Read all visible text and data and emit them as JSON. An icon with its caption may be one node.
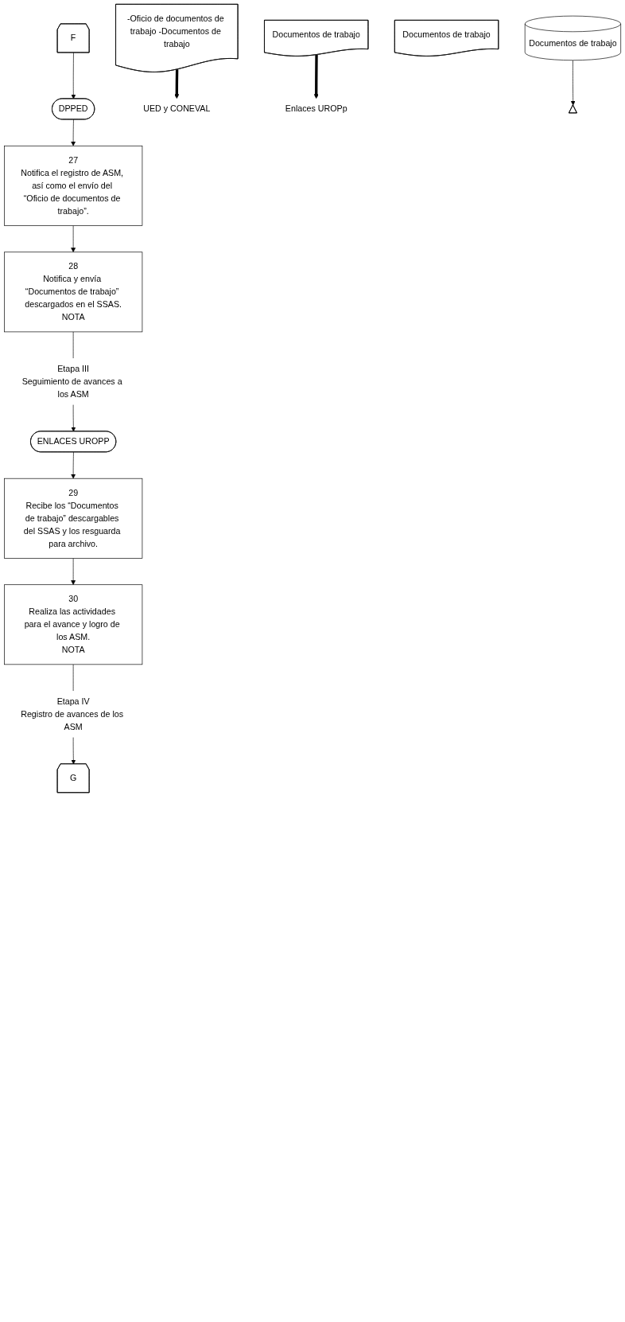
{
  "diagram": {
    "nodes": [
      {
        "text": [
          "F"
        ]
      },
      {
        "text": [
          "DPPED"
        ]
      },
      {
        "text": [
          "27",
          "Notifica el registro de ASM, así como el envío del “Oficio de documentos de trabajo”."
        ]
      },
      {
        "text": [
          "-Oficio de documentos de trabajo -Documentos de trabajo"
        ]
      },
      {
        "text": [
          "UED y CONEVAL"
        ]
      },
      {
        "text": [
          "28",
          "Notifica y envía “Documentos de trabajo” descargados en el SSAS.",
          "NOTA"
        ]
      },
      {
        "text": [
          "Documentos de trabajo"
        ]
      },
      {
        "text": [
          "Enlaces UROPp"
        ]
      },
      {
        "text": [
          "Etapa III",
          "Seguimiento de avances a los ASM"
        ]
      },
      {
        "text": [
          "ENLACES UROPP"
        ]
      },
      {
        "text": [
          "29",
          "Recibe los “Documentos de trabajo” descargables del SSAS y los resguarda para archivo."
        ]
      },
      {
        "text": [
          "Documentos de trabajo"
        ]
      },
      {
        "text": [
          "Documentos de trabajo"
        ]
      },
      {
        "text": [],
        "shape": "triangle"
      },
      {
        "text": [
          "30",
          "Realiza las actividades para el avance y logro de los ASM.",
          "NOTA"
        ]
      },
      {
        "text": [
          "Etapa IV",
          "Registro de avances de los ASM"
        ]
      },
      {
        "text": [
          "G"
        ]
      }
    ],
    "edges": [
      {
        "from": 0,
        "to": 1,
        "arrow": "to"
      },
      {
        "from": 1,
        "to": 2,
        "arrow": "to"
      },
      {
        "from": 3,
        "to": 4,
        "arrow": "to",
        "style": "thick"
      },
      {
        "from": 2,
        "to": 5,
        "arrow": "to"
      },
      {
        "from": 6,
        "to": 7,
        "arrow": "to",
        "style": "thick"
      },
      {
        "from": 5,
        "to": 8,
        "arrow": "none"
      },
      {
        "from": 8,
        "to": 9,
        "arrow": "to"
      },
      {
        "from": 9,
        "to": 10,
        "arrow": "to"
      },
      {
        "from": 12,
        "to": 13,
        "arrow": "to"
      },
      {
        "from": 10,
        "to": 14,
        "arrow": "to"
      },
      {
        "from": 14,
        "to": 15,
        "arrow": "none"
      },
      {
        "from": 15,
        "to": 16,
        "arrow": "to"
      }
    ]
  }
}
